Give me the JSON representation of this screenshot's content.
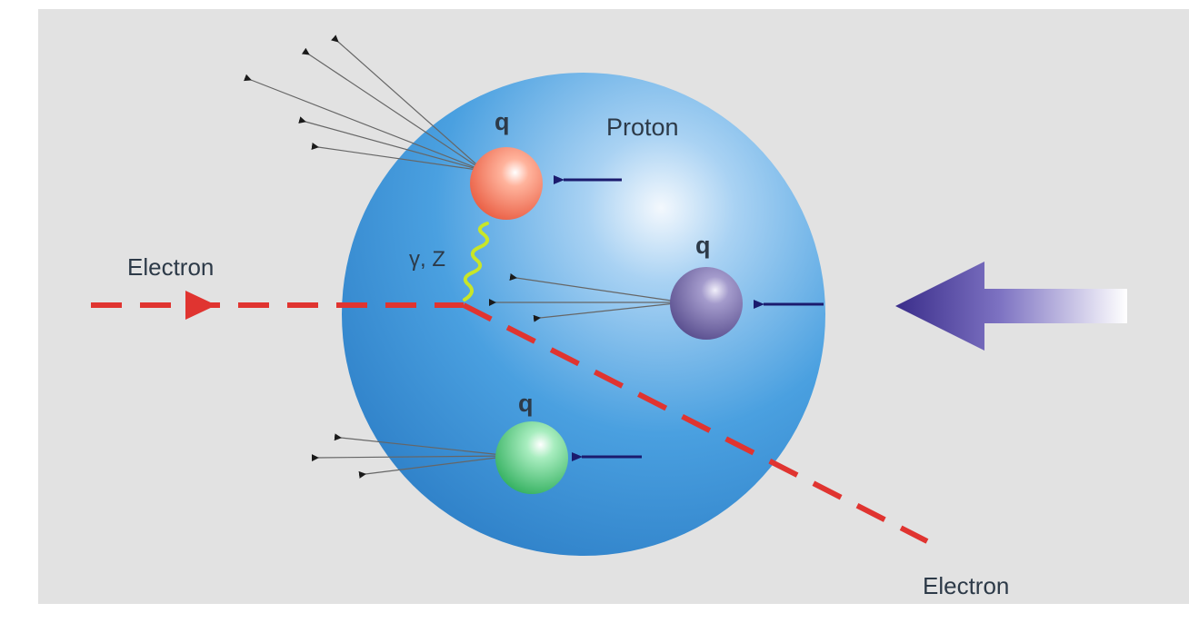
{
  "labels": {
    "proton": "Proton",
    "quark_top": "q",
    "quark_right": "q",
    "quark_bottom": "q",
    "boson": "γ, Z",
    "electron_in": "Electron",
    "electron_out": "Electron"
  },
  "colors": {
    "background": "#e2e2e2",
    "proton": "#3f93d8",
    "electron_track": "#e03430",
    "quark_top": "#f26f55",
    "quark_right": "#6a5f9e",
    "quark_bottom": "#3fbe6a",
    "boson_wave": "#c8e628",
    "proton_arrow": "#4b3f95"
  }
}
